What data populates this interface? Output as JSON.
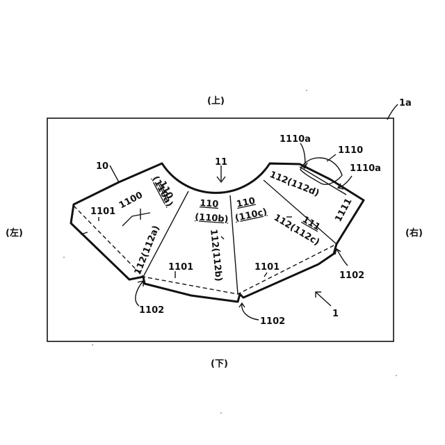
{
  "directions": {
    "top": "(上)",
    "bottom": "(下)",
    "left": "(左)",
    "right": "(右)"
  },
  "labels": {
    "board": "1a",
    "sheet": "10",
    "opening": "11",
    "assembly": "1",
    "lid": "1110",
    "lid_hinge_left": "1110a",
    "lid_hinge_right": "1110a",
    "flap_1100": "1100",
    "flap_1111": "1111",
    "fold_left": "1101",
    "fold_mid": "1101",
    "fold_right": "1101",
    "notch_left": "1102",
    "notch_mid": "1102",
    "notch_right": "1102",
    "panel_a_num": "110",
    "panel_a_sub": "(110a)",
    "panel_b_num": "110",
    "panel_b_sub": "(110b)",
    "panel_c_num": "110",
    "panel_c_sub": "(110c)",
    "panel_111": "111",
    "seam_a": "112(112a)",
    "seam_b": "112(112b)",
    "seam_c": "112(112c)",
    "seam_d": "112(112d)"
  }
}
